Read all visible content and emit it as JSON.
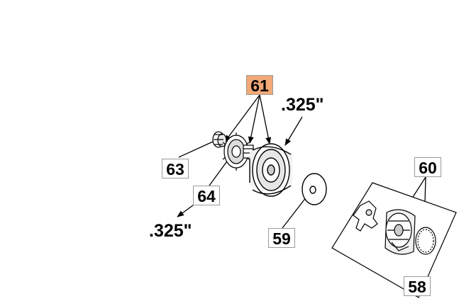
{
  "diagram": {
    "labels": {
      "p61": "61",
      "p60": "60",
      "p63": "63",
      "p64": "64",
      "p59": "59",
      "p58": "58"
    },
    "dimensions": {
      "pitch_top": ".325\"",
      "pitch_bottom": ".325\""
    }
  },
  "colors": {
    "highlight": "#f2a877",
    "line": "#000000",
    "label_border": "#9a9a9a"
  },
  "icons": {
    "arrowhead": "arrow-icon"
  }
}
